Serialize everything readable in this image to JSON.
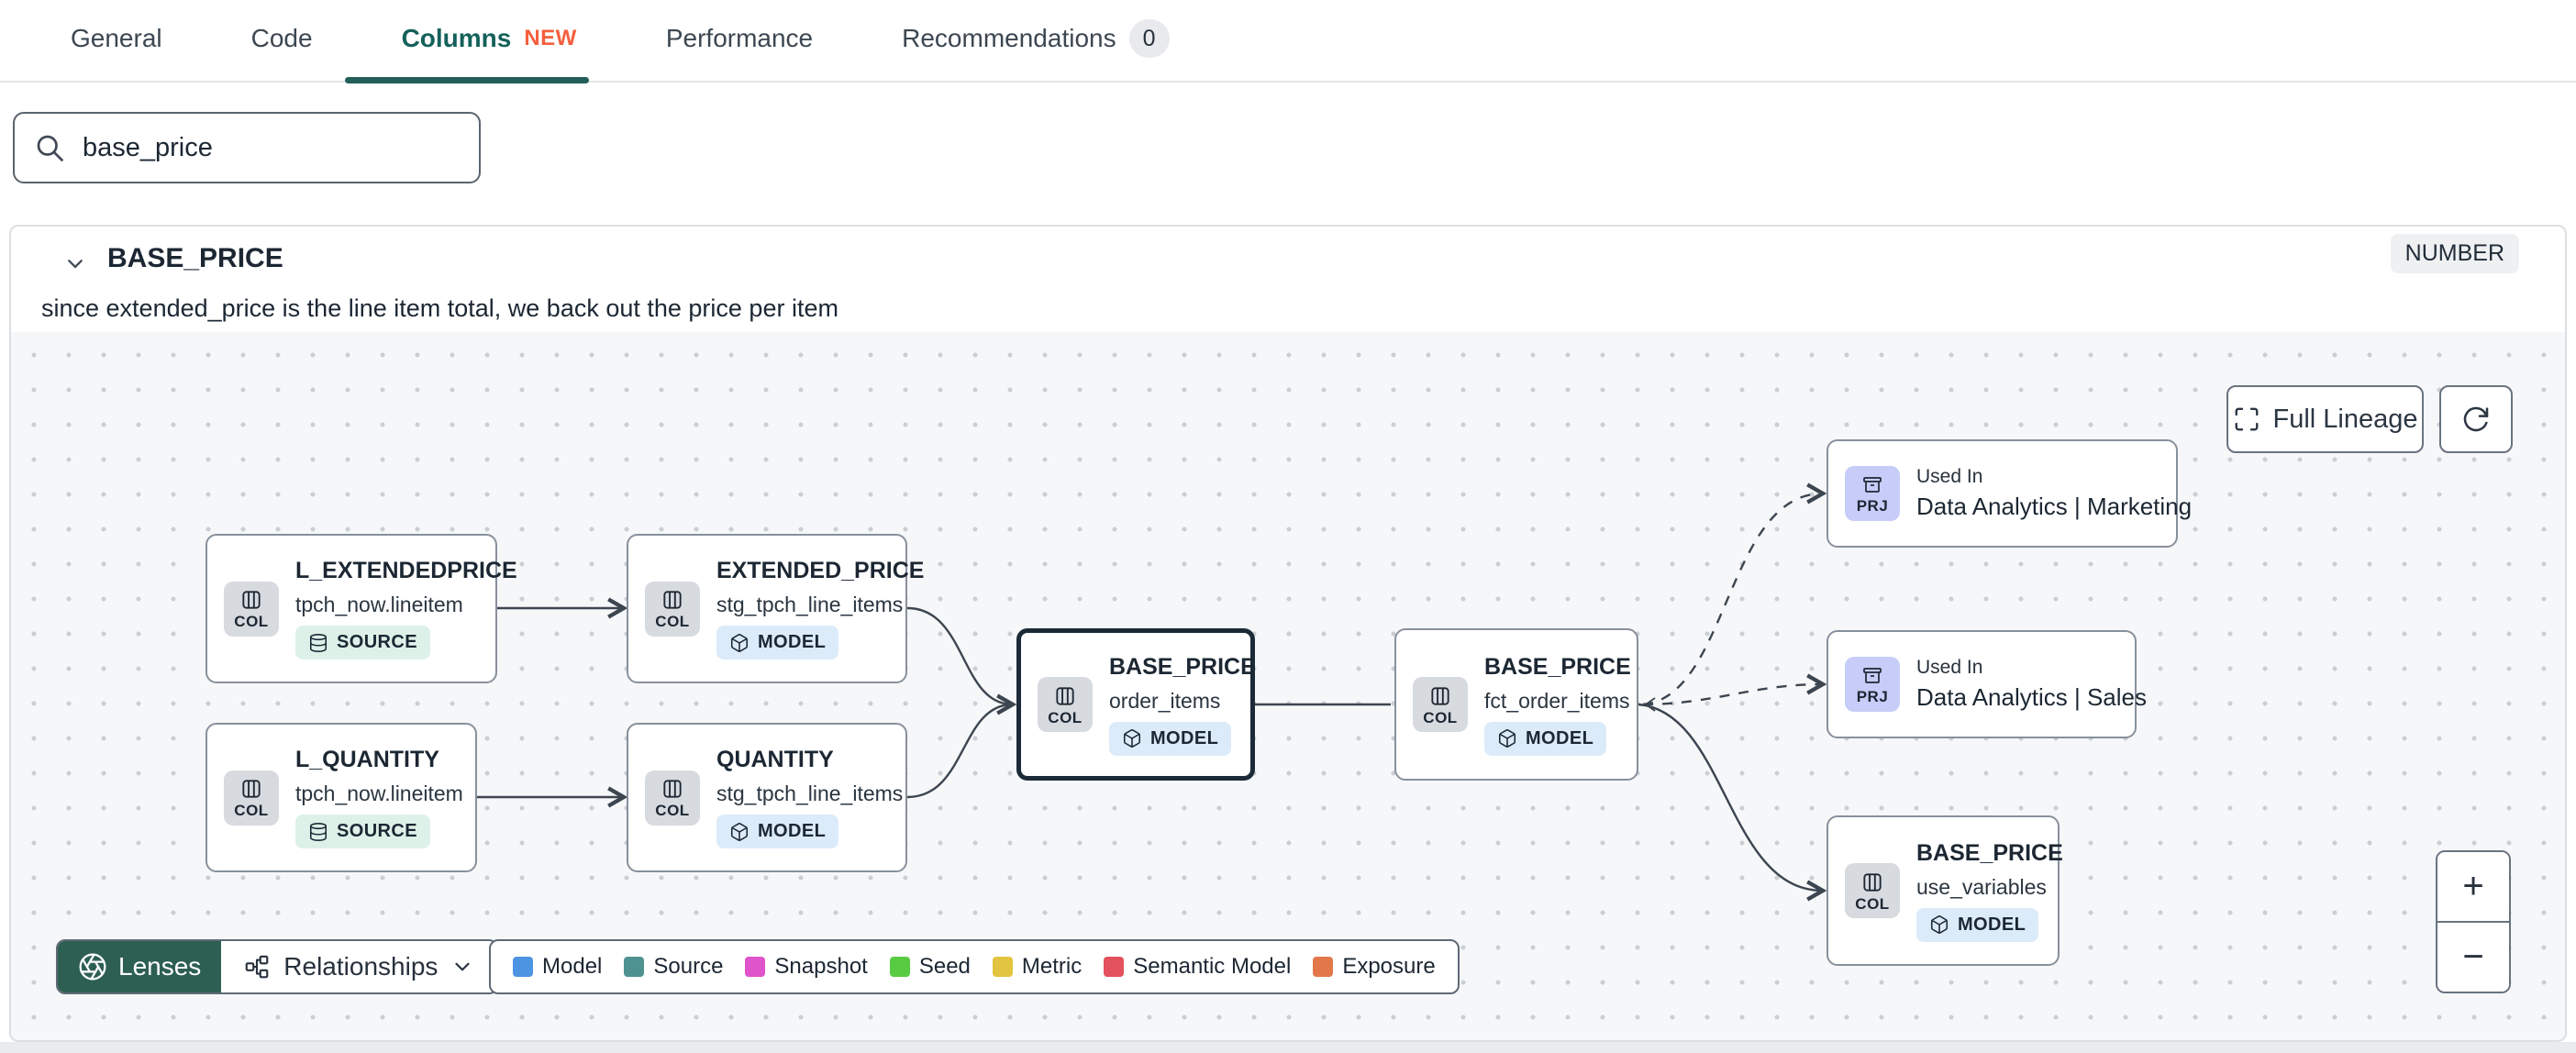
{
  "tabs": {
    "items": [
      {
        "label": "General"
      },
      {
        "label": "Code"
      },
      {
        "label": "Columns",
        "badge": "NEW"
      },
      {
        "label": "Performance"
      },
      {
        "label": "Recommendations",
        "count": "0"
      }
    ]
  },
  "search": {
    "value": "base_price"
  },
  "column": {
    "name": "BASE_PRICE",
    "type": "NUMBER",
    "description": "since extended_price is the line item total, we back out the price per item"
  },
  "lineage": {
    "full_lineage_label": "Full Lineage",
    "zoom": {
      "in": "+",
      "out": "−"
    },
    "nodes": [
      {
        "badge": "COL",
        "title": "L_EXTENDEDPRICE",
        "subtitle": "tpch_now.lineitem",
        "kind": "SOURCE"
      },
      {
        "badge": "COL",
        "title": "EXTENDED_PRICE",
        "subtitle": "stg_tpch_line_items",
        "kind": "MODEL"
      },
      {
        "badge": "COL",
        "title": "L_QUANTITY",
        "subtitle": "tpch_now.lineitem",
        "kind": "SOURCE"
      },
      {
        "badge": "COL",
        "title": "QUANTITY",
        "subtitle": "stg_tpch_line_items",
        "kind": "MODEL"
      },
      {
        "badge": "COL",
        "title": "BASE_PRICE",
        "subtitle": "order_items",
        "kind": "MODEL",
        "selected": true
      },
      {
        "badge": "COL",
        "title": "BASE_PRICE",
        "subtitle": "fct_order_items",
        "kind": "MODEL"
      },
      {
        "badge": "PRJ",
        "title": "Used In",
        "subtitle": "Data Analytics | Marketing"
      },
      {
        "badge": "PRJ",
        "title": "Used In",
        "subtitle": "Data Analytics | Sales"
      },
      {
        "badge": "COL",
        "title": "BASE_PRICE",
        "subtitle": "use_variables",
        "kind": "MODEL"
      }
    ]
  },
  "footer": {
    "lenses": "Lenses",
    "relationships": "Relationships"
  },
  "legend": {
    "items": [
      {
        "label": "Model",
        "color": "#4D94E3"
      },
      {
        "label": "Source",
        "color": "#4F9390"
      },
      {
        "label": "Snapshot",
        "color": "#DF53CB"
      },
      {
        "label": "Seed",
        "color": "#58CB43"
      },
      {
        "label": "Metric",
        "color": "#E2C440"
      },
      {
        "label": "Semantic Model",
        "color": "#E4525F"
      },
      {
        "label": "Exposure",
        "color": "#E2784A"
      }
    ]
  },
  "icons": [
    "search-icon",
    "chevron-down-icon",
    "columns-icon",
    "database-icon",
    "cube-icon",
    "archive-icon",
    "maximize-icon",
    "refresh-icon",
    "aperture-icon",
    "hierarchy-icon",
    "zoom-in-icon",
    "zoom-out-icon"
  ],
  "colors": {
    "active_tab_teal": "#14615B",
    "new_badge_orange": "#F45F3D",
    "lenses_green": "#2E5F53",
    "selected_node_border": "#1B2A38",
    "model_badge_bg": "#DCEBFA",
    "source_badge_bg": "#DDF1E9",
    "project_badge_bg": "#C7CDF8"
  }
}
